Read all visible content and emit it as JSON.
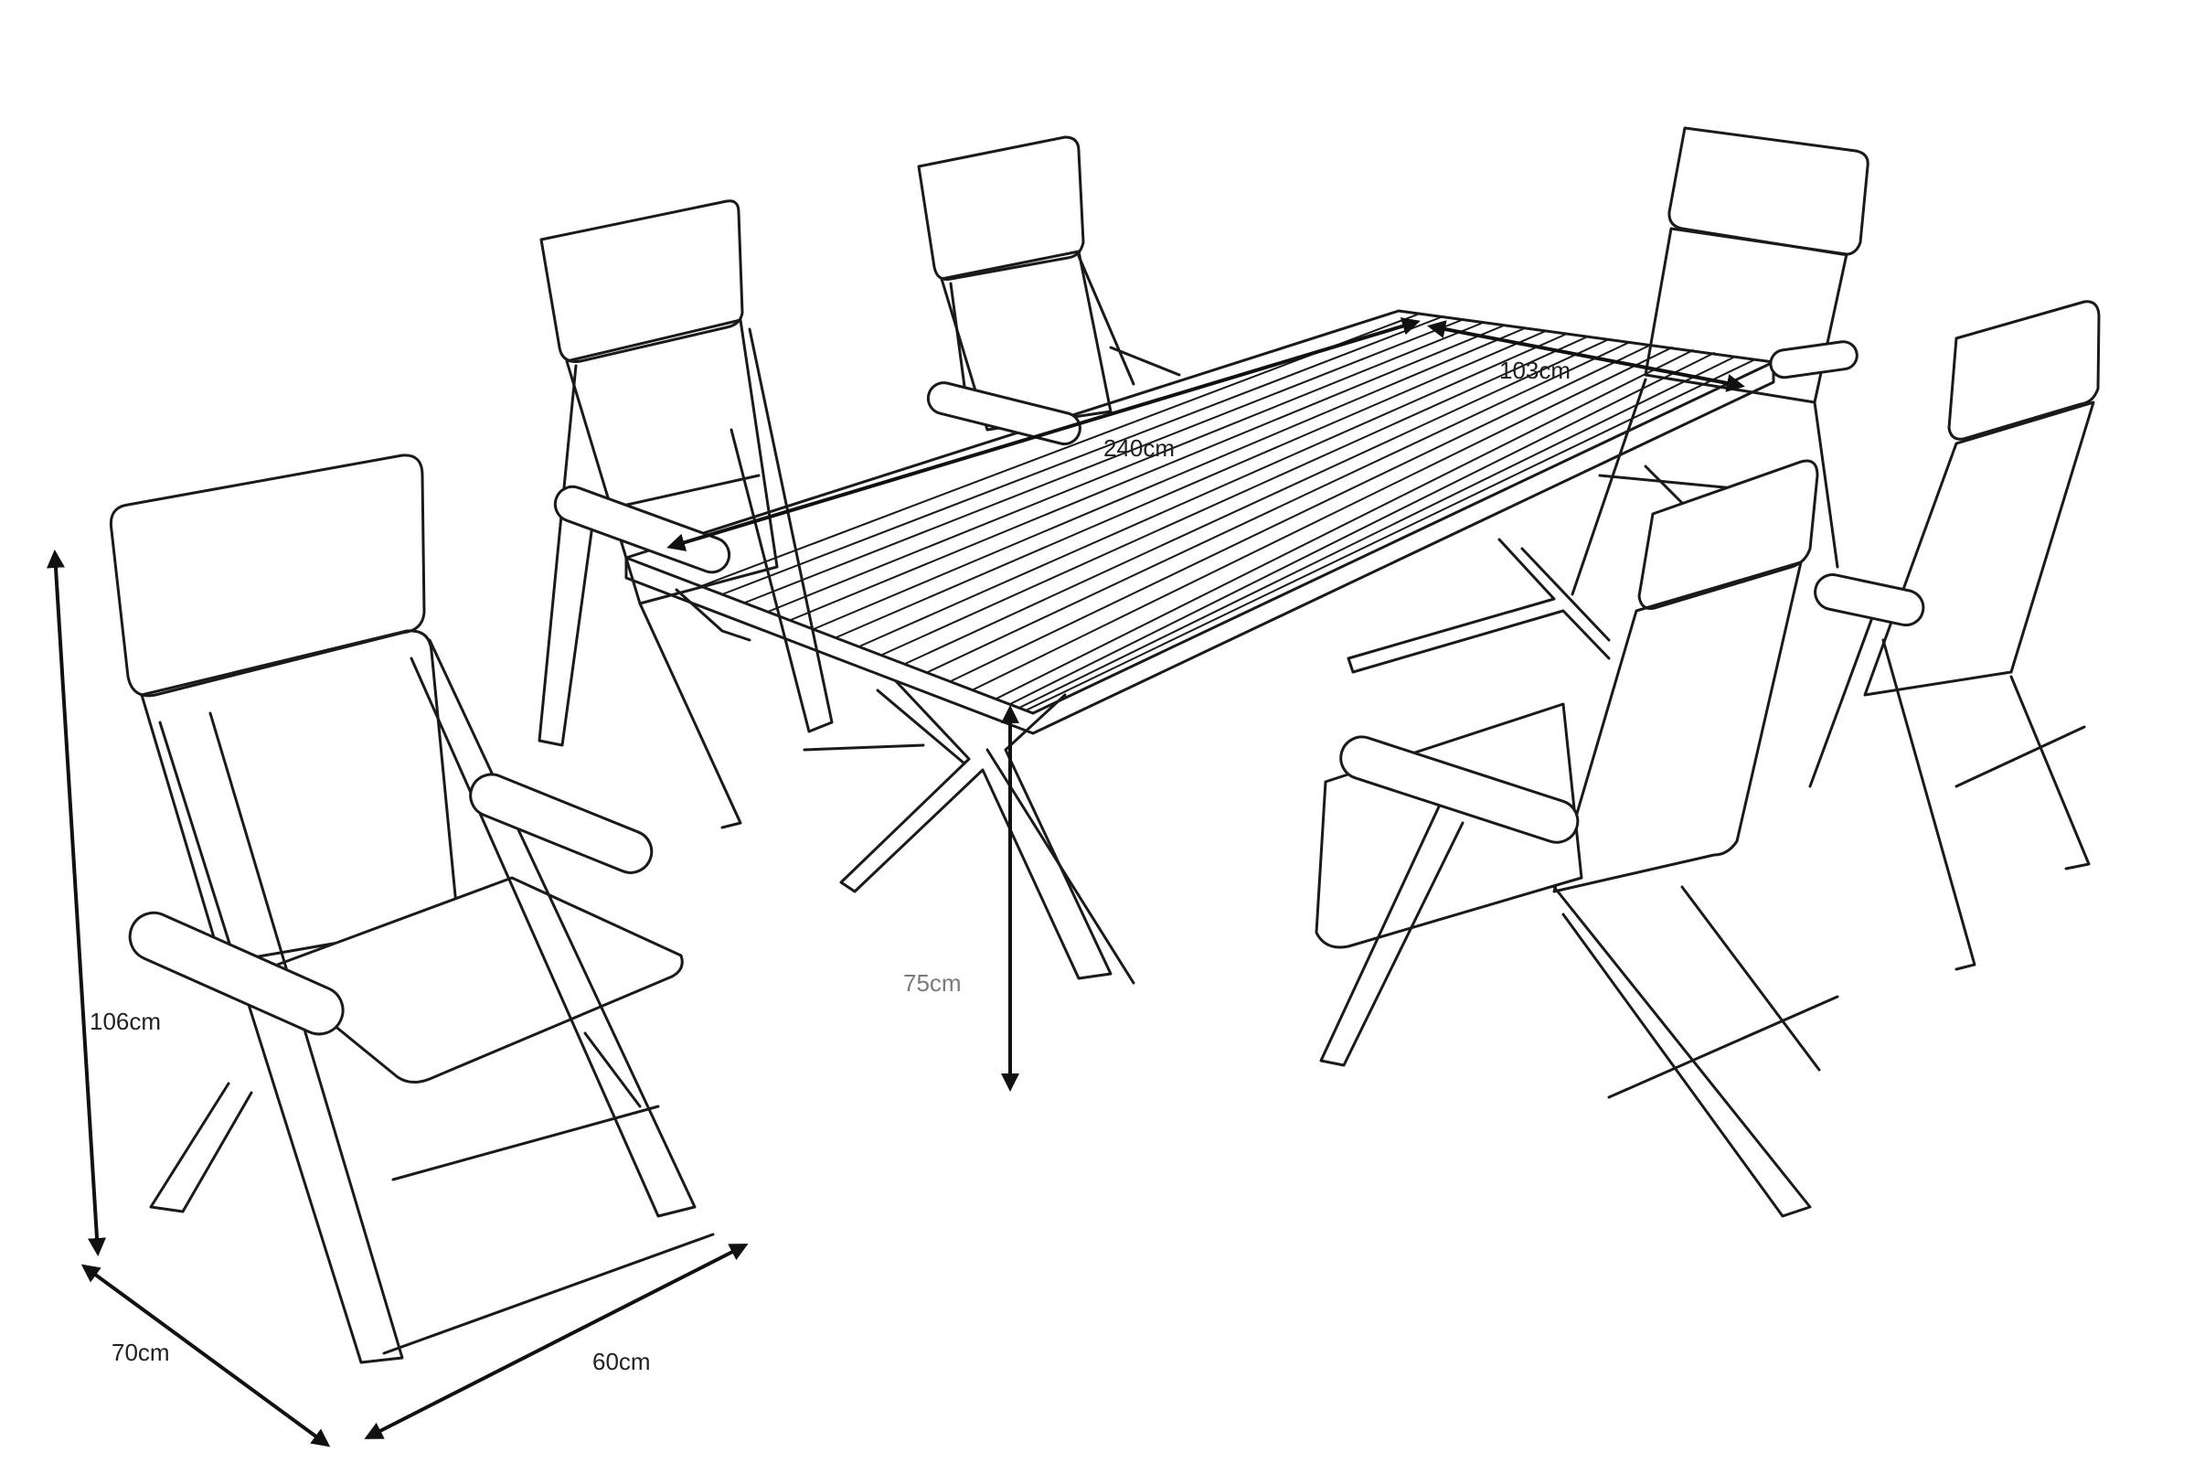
{
  "dimensions": {
    "table_length": "240cm",
    "table_width": "103cm",
    "table_height": "75cm",
    "chair_height": "106cm",
    "chair_depth": "70cm",
    "chair_width": "60cm"
  },
  "colors": {
    "line": "#1a1a1a",
    "arrow": "#111111",
    "height_label": "#7a7a7a"
  }
}
